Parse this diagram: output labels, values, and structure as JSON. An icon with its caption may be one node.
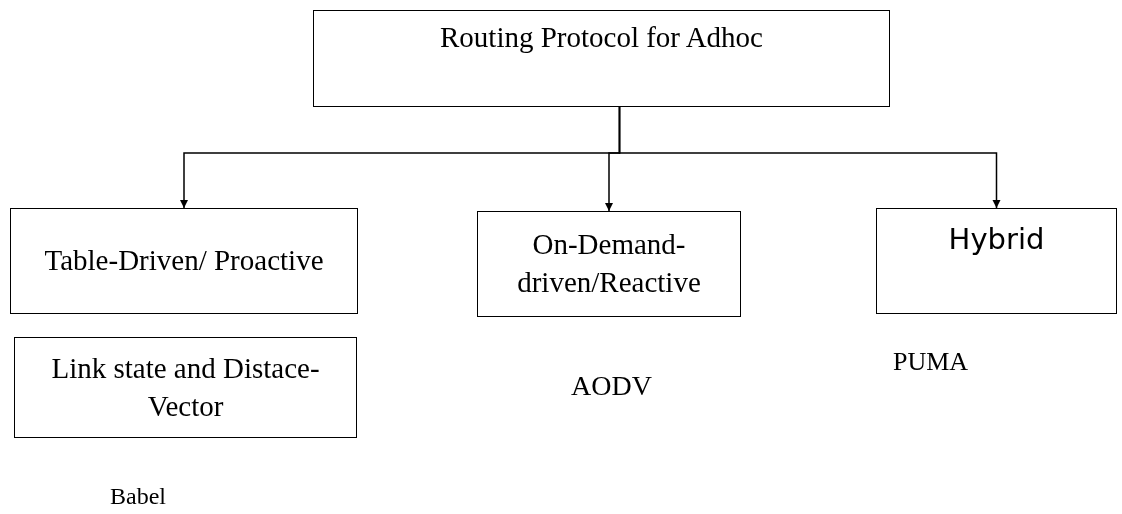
{
  "diagram": {
    "nodes": [
      {
        "text": [
          "Routing Protocol for Adhoc"
        ]
      },
      {
        "text": [
          "Table-Driven/ Proactive"
        ]
      },
      {
        "text": [
          "On-Demand-driven/Reactive"
        ]
      },
      {
        "text": [
          "Hybrid"
        ]
      },
      {
        "text": [
          "Link state and Distace-Vector"
        ]
      }
    ],
    "edges": [
      {
        "from": 0,
        "to": 1,
        "arrow": "to"
      },
      {
        "from": 0,
        "to": 2,
        "arrow": "to"
      },
      {
        "from": 0,
        "to": 3,
        "arrow": "to"
      }
    ],
    "labels": [
      "AODV",
      "PUMA",
      "Babel"
    ]
  }
}
